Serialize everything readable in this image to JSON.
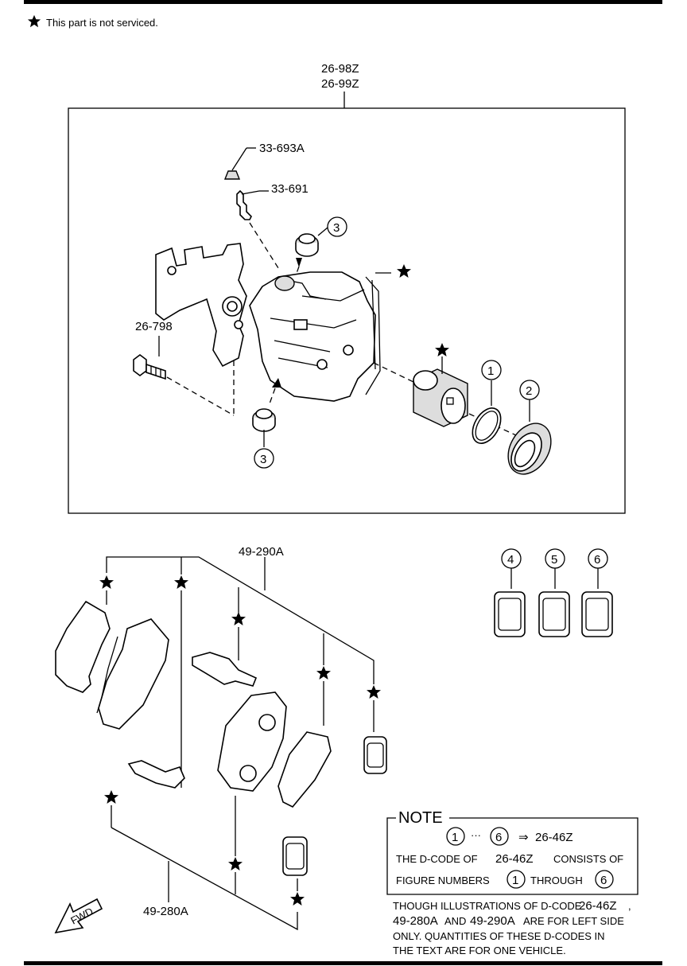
{
  "header": {
    "legend_symbol": "★",
    "legend_text": "This part is not serviced."
  },
  "caliper_assembly": {
    "assembly_code_1": "26-98Z",
    "assembly_code_2": "26-99Z",
    "parts": {
      "cap": "33-693A",
      "bleeder": "33-691",
      "bolt": "26-798",
      "boot_callout_top": "3",
      "boot_callout_bottom": "3",
      "piston_seal_callout": "1",
      "dust_boot_callout": "2"
    }
  },
  "pad_sets": {
    "right_set": "49-290A",
    "left_set": "49-280A",
    "shim_callouts": [
      "4",
      "5",
      "6"
    ]
  },
  "note": {
    "title": "NOTE",
    "range_from": "1",
    "range_sep": "···",
    "range_to": "6",
    "arrow": "⇒",
    "code": "26-46Z",
    "line2_a": "THE D-CODE OF",
    "line2_code": "26-46Z",
    "line2_b": "CONSISTS OF",
    "line3_a": "FIGURE NUMBERS",
    "line3_from": "1",
    "line3_b": "THROUGH",
    "line3_to": "6"
  },
  "footnote": {
    "line1_a": "THOUGH ILLUSTRATIONS OF D-CODE",
    "line1_code": "26-46Z",
    "line1_b": ",",
    "line2_code_a": "49-280A",
    "line2_and": "AND",
    "line2_code_b": "49-290A",
    "line2_rest": "ARE FOR LEFT SIDE",
    "line3": "ONLY. QUANTITIES OF THESE D-CODES IN",
    "line4": "THE TEXT ARE FOR ONE VEHICLE."
  },
  "fwd_label": "FWD"
}
